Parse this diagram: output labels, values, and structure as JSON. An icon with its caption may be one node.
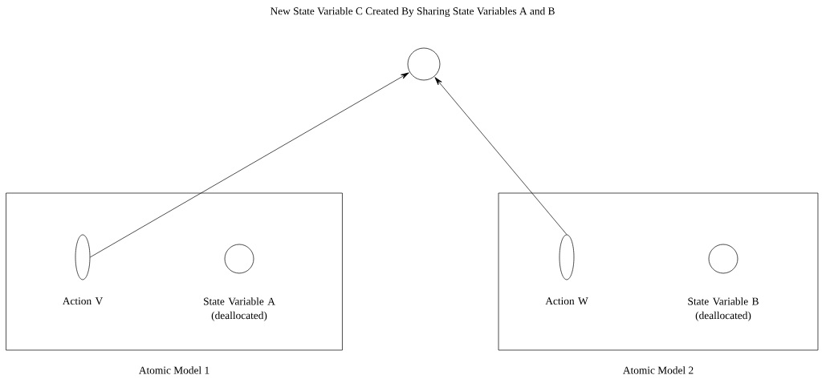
{
  "diagram": {
    "title": "New State Variable C Created By Sharing State Variables A and B",
    "nodes": [
      {
        "text": [],
        "shape": "circle"
      },
      {
        "text": [
          "Atomic Model 1"
        ]
      },
      {
        "text": [
          "Action V"
        ],
        "in": 1
      },
      {
        "text": [
          "State Variable A (deallocated)"
        ],
        "in": 1
      },
      {
        "text": [
          "Atomic Model 2"
        ]
      },
      {
        "text": [
          "Action W"
        ],
        "in": 4
      },
      {
        "text": [
          "State Variable B (deallocated)"
        ],
        "in": 4
      }
    ],
    "edges": [
      {
        "from": 2,
        "to": 0,
        "arrow": "to"
      },
      {
        "from": 5,
        "to": 0,
        "arrow": "to"
      }
    ]
  }
}
